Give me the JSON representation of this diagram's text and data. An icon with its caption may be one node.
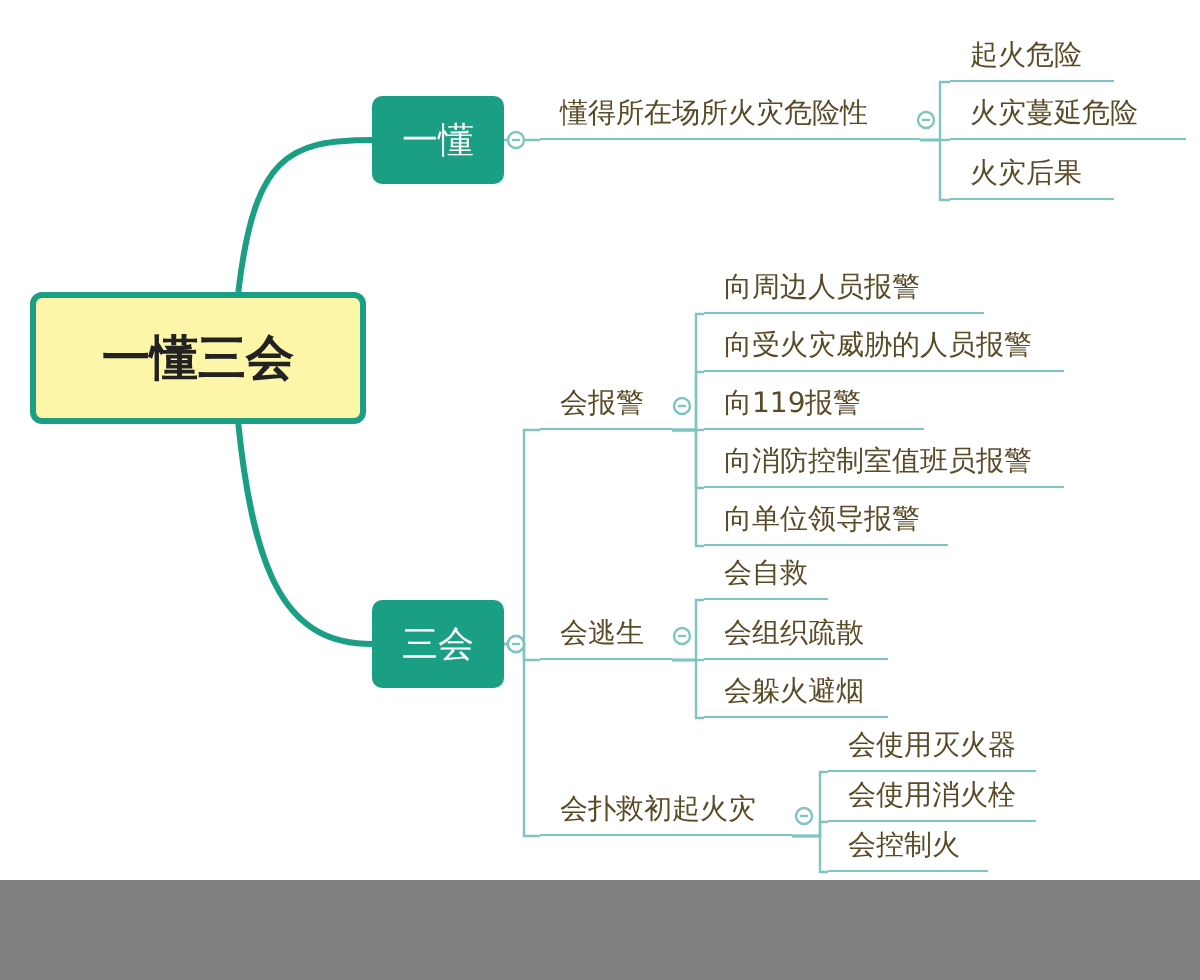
{
  "diagram": {
    "nodes": [
      {
        "text": [
          "一懂三会"
        ]
      },
      {
        "text": [
          "一懂"
        ]
      },
      {
        "text": [
          "三会"
        ]
      },
      {
        "text": [
          "懂得所在场所火灾危险性"
        ]
      },
      {
        "text": [
          "起火危险"
        ]
      },
      {
        "text": [
          "火灾蔓延危险"
        ]
      },
      {
        "text": [
          "火灾后果"
        ]
      },
      {
        "text": [
          "会报警"
        ]
      },
      {
        "text": [
          "向周边人员报警"
        ]
      },
      {
        "text": [
          "向受火灾威胁的人员报警"
        ]
      },
      {
        "text": [
          "向119报警"
        ]
      },
      {
        "text": [
          "向消防控制室值班员报警"
        ]
      },
      {
        "text": [
          "向单位领导报警"
        ]
      },
      {
        "text": [
          "会逃生"
        ]
      },
      {
        "text": [
          "会自救"
        ]
      },
      {
        "text": [
          "会组织疏散"
        ]
      },
      {
        "text": [
          "会躲火避烟"
        ]
      },
      {
        "text": [
          "会扑救初起火灾"
        ]
      },
      {
        "text": [
          "会使用灭火器"
        ]
      },
      {
        "text": [
          "会使用消火栓"
        ]
      },
      {
        "text": [
          "会控制火"
        ]
      },
      {
        "text": [],
        "shape": "bar"
      }
    ],
    "edges": [
      {
        "from": 0,
        "to": 1,
        "arrow": "none",
        "color": "#1a9e84",
        "style": "thick"
      },
      {
        "from": 0,
        "to": 2,
        "arrow": "none",
        "color": "#1a9e84",
        "style": "thick"
      },
      {
        "from": 1,
        "to": 3,
        "arrow": "other"
      },
      {
        "from": 3,
        "to": 4,
        "arrow": "none"
      },
      {
        "from": 3,
        "to": 5,
        "arrow": "none"
      },
      {
        "from": 3,
        "to": 6,
        "arrow": "none"
      },
      {
        "from": 2,
        "to": 7,
        "arrow": "other"
      },
      {
        "from": 2,
        "to": 13,
        "arrow": "other"
      },
      {
        "from": 2,
        "to": 17,
        "arrow": "other"
      },
      {
        "from": 7,
        "to": 8,
        "arrow": "none"
      },
      {
        "from": 7,
        "to": 9,
        "arrow": "none"
      },
      {
        "from": 7,
        "to": 10,
        "arrow": "none"
      },
      {
        "from": 7,
        "to": 11,
        "arrow": "none"
      },
      {
        "from": 7,
        "to": 12,
        "arrow": "none"
      },
      {
        "from": 13,
        "to": 14,
        "arrow": "none"
      },
      {
        "from": 13,
        "to": 15,
        "arrow": "none"
      },
      {
        "from": 13,
        "to": 16,
        "arrow": "none"
      },
      {
        "from": 17,
        "to": 18,
        "arrow": "none"
      },
      {
        "from": 17,
        "to": 19,
        "arrow": "none"
      },
      {
        "from": 17,
        "to": 20,
        "arrow": "none"
      }
    ]
  }
}
